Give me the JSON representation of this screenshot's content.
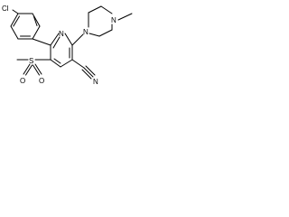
{
  "molecule": {
    "atoms": {
      "chlorine": "Cl",
      "ring_nitrogen": "N",
      "piperazine_n1": "N",
      "piperazine_n4": "N",
      "sulfur": "S",
      "sulfonyl_o1": "O",
      "sulfonyl_o2": "O",
      "nitrile_n": "N"
    }
  }
}
